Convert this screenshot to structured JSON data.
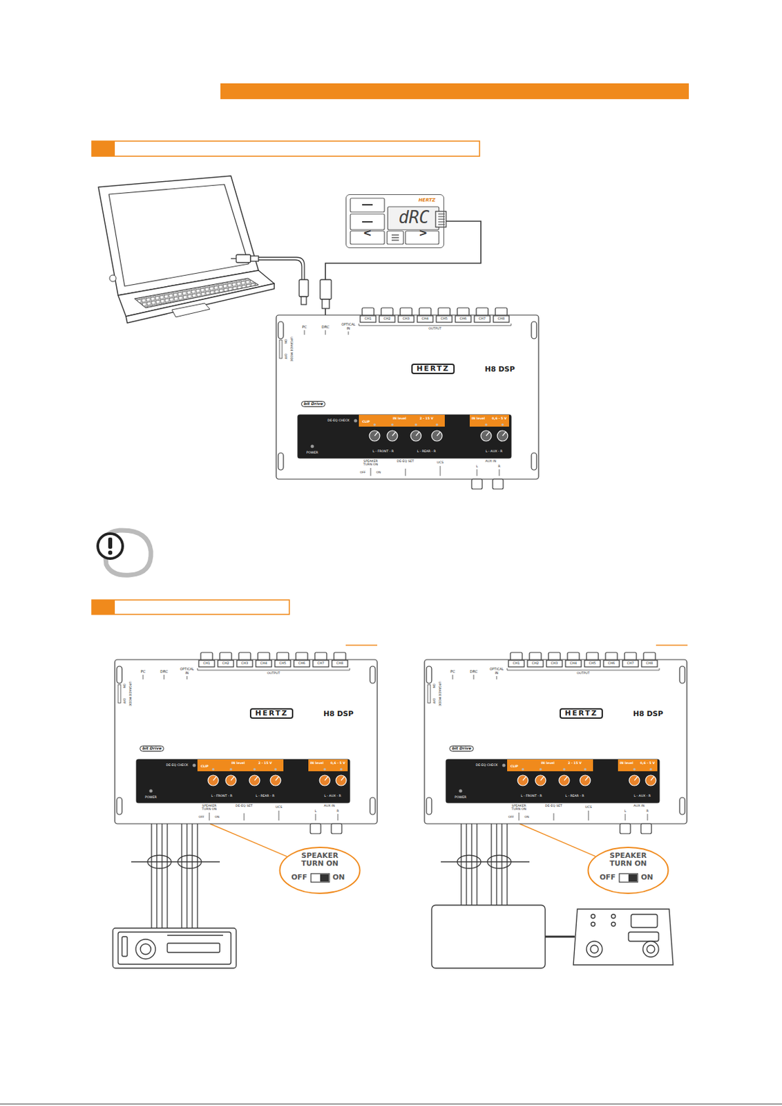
{
  "diagram": {
    "nodes": [
      {
        "text": [
          "HERTZ",
          "dRC"
        ]
      },
      {
        "text": [
          "H8 DSP"
        ]
      },
      {
        "text": [
          "H8 DSP"
        ]
      },
      {
        "text": [
          "SPEAKER TURN ON",
          "OFF",
          "ON"
        ]
      },
      {
        "text": [
          "H8 DSP"
        ]
      },
      {
        "text": [
          "SPEAKER TURN ON",
          "OFF",
          "ON"
        ]
      }
    ],
    "edges": [
      {
        "from": 0,
        "to": 1,
        "arrow": "none"
      },
      {
        "from": 2,
        "to": 3,
        "arrow": "none"
      },
      {
        "from": 4,
        "to": 5,
        "arrow": "none"
      }
    ],
    "labels": [
      "<",
      ">",
      "PC",
      "DRC",
      "OPTICAL IN",
      "CH1",
      "CH2",
      "CH3",
      "CH4",
      "CH5",
      "CH6",
      "CH7",
      "CH8",
      "OUTPUT",
      "UPGRADE MODE",
      "ON",
      "OFF",
      "HERTZ",
      "bit Drive",
      "DE-EQ CHECK",
      "CLIP",
      "IN level",
      "2 - 15 V",
      "IN level",
      "0,6 - 5 V",
      "L - FRONT - R",
      "L - REAR - R",
      "L - AUX - R",
      "POWER",
      "SPEAKER TURN ON",
      "OFF",
      "ON",
      "DE-EQ SET",
      "UCS",
      "AUX IN",
      "L",
      "R",
      "PC",
      "DRC",
      "OPTICAL IN",
      "CH1",
      "CH2",
      "CH3",
      "CH4",
      "CH5",
      "CH6",
      "CH7",
      "CH8",
      "OUTPUT",
      "UPGRADE MODE",
      "ON",
      "OFF",
      "HERTZ",
      "bit Drive",
      "DE-EQ CHECK",
      "CLIP",
      "IN level",
      "2 - 15 V",
      "IN level",
      "0,6 - 5 V",
      "L - FRONT - R",
      "L - REAR - R",
      "L - AUX - R",
      "POWER",
      "SPEAKER TURN ON",
      "OFF",
      "ON",
      "DE-EQ SET",
      "UCS",
      "AUX IN",
      "L",
      "R",
      "PC",
      "DRC",
      "OPTICAL IN",
      "CH1",
      "CH2",
      "CH3",
      "CH4",
      "CH5",
      "CH6",
      "CH7",
      "CH8",
      "OUTPUT",
      "UPGRADE MODE",
      "ON",
      "OFF",
      "HERTZ",
      "bit Drive",
      "DE-EQ CHECK",
      "CLIP",
      "IN level",
      "2 - 15 V",
      "IN level",
      "0,6 - 5 V",
      "L - FRONT - R",
      "L - REAR - R",
      "L - AUX - R",
      "POWER",
      "SPEAKER TURN ON",
      "OFF",
      "ON",
      "DE-EQ SET",
      "UCS",
      "AUX IN",
      "L",
      "R"
    ]
  }
}
